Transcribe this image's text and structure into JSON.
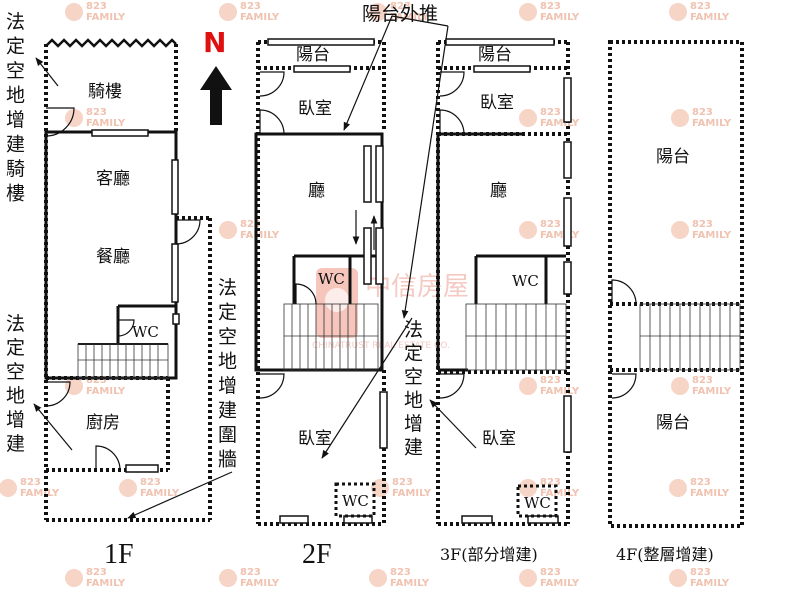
{
  "compass": {
    "label": "N"
  },
  "watermark": {
    "brand_number": "823",
    "brand_name": "FAMILY",
    "company_chinese": "中信房屋",
    "company_english": "CHINATRUST REAL ESTATE CO."
  },
  "floor_1": {
    "title": "1F",
    "rooms": {
      "arcade": "騎樓",
      "living": "客廳",
      "dining": "餐廳",
      "wc": "WC",
      "kitchen": "廚房"
    },
    "notes": {
      "arcade_note": [
        "法",
        "定",
        "空",
        "地",
        "增",
        "建",
        "騎",
        "樓"
      ],
      "side_note": [
        "法",
        "定",
        "空",
        "地",
        "增",
        "建"
      ]
    }
  },
  "floor_2": {
    "title": "2F",
    "rooms": {
      "balcony": "陽台",
      "bedroom_front": "臥室",
      "hall": "廳",
      "wc_mid": "WC",
      "bedroom_back": "臥室",
      "wc_back": "WC"
    },
    "notes": {
      "balcony_push_out": "陽台外推",
      "fence_note": [
        "法",
        "定",
        "空",
        "地",
        "增",
        "建",
        "圍",
        "牆"
      ]
    }
  },
  "floor_3": {
    "title": "3F(部分增建)",
    "rooms": {
      "balcony": "陽台",
      "bedroom_front": "臥室",
      "hall": "廳",
      "wc_mid": "WC",
      "bedroom_back": "臥室",
      "wc_back": "WC"
    },
    "notes": {
      "side_note": [
        "法",
        "定",
        "空",
        "地",
        "增",
        "建"
      ]
    }
  },
  "floor_4": {
    "title": "4F(整層增建)",
    "rooms": {
      "balcony_front": "陽台",
      "balcony_back": "陽台"
    }
  }
}
